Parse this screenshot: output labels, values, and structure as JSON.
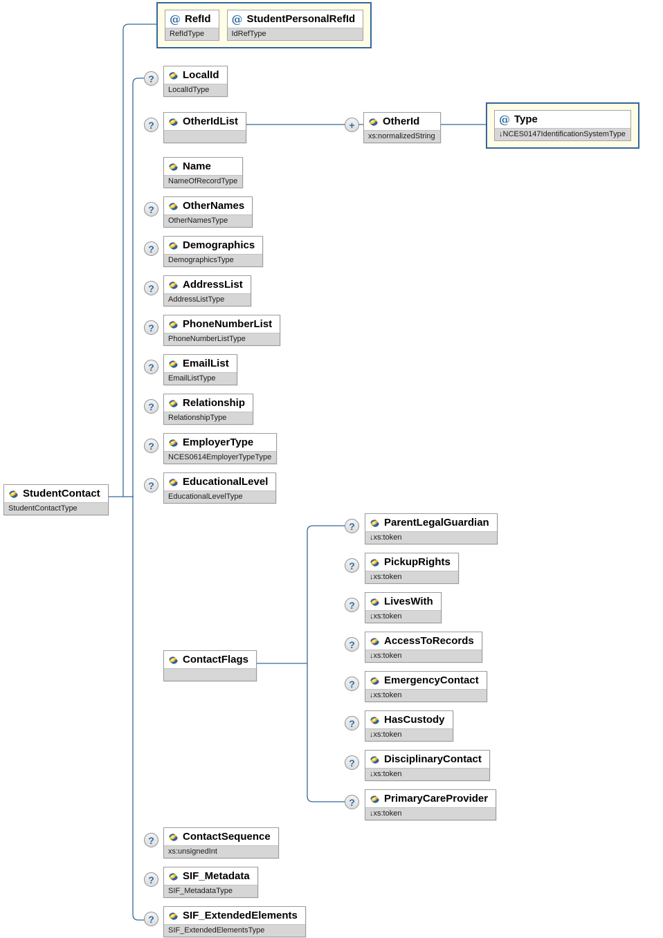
{
  "root": {
    "name": "StudentContact",
    "type": "StudentContactType"
  },
  "attribute_group": {
    "attributes": [
      {
        "name": "RefId",
        "type": "RefIdType"
      },
      {
        "name": "StudentPersonalRefId",
        "type": "IdRefType"
      }
    ]
  },
  "children": [
    {
      "name": "LocalId",
      "type": "LocalIdType",
      "occurrence": "optional"
    },
    {
      "name": "OtherIdList",
      "type": "",
      "occurrence": "optional"
    },
    {
      "name": "Name",
      "type": "NameOfRecordType",
      "occurrence": "required"
    },
    {
      "name": "OtherNames",
      "type": "OtherNamesType",
      "occurrence": "optional"
    },
    {
      "name": "Demographics",
      "type": "DemographicsType",
      "occurrence": "optional"
    },
    {
      "name": "AddressList",
      "type": "AddressListType",
      "occurrence": "optional"
    },
    {
      "name": "PhoneNumberList",
      "type": "PhoneNumberListType",
      "occurrence": "optional"
    },
    {
      "name": "EmailList",
      "type": "EmailListType",
      "occurrence": "optional"
    },
    {
      "name": "Relationship",
      "type": "RelationshipType",
      "occurrence": "optional"
    },
    {
      "name": "EmployerType",
      "type": "NCES0614EmployerTypeType",
      "occurrence": "optional"
    },
    {
      "name": "EducationalLevel",
      "type": "EducationalLevelType",
      "occurrence": "optional"
    },
    {
      "name": "ContactFlags",
      "type": "",
      "occurrence": "required"
    },
    {
      "name": "ContactSequence",
      "type": "xs:unsignedInt",
      "occurrence": "optional"
    },
    {
      "name": "SIF_Metadata",
      "type": "SIF_MetadataType",
      "occurrence": "optional"
    },
    {
      "name": "SIF_ExtendedElements",
      "type": "SIF_ExtendedElementsType",
      "occurrence": "optional"
    }
  ],
  "other_id": {
    "node": {
      "name": "OtherId",
      "type": "xs:normalizedString",
      "occurrence": "repeating"
    },
    "attribute": {
      "name": "Type",
      "type": "↓NCES0147IdentificationSystemType"
    }
  },
  "flags": [
    {
      "name": "ParentLegalGuardian",
      "type": "↓xs:token",
      "occurrence": "optional"
    },
    {
      "name": "PickupRights",
      "type": "↓xs:token",
      "occurrence": "optional"
    },
    {
      "name": "LivesWith",
      "type": "↓xs:token",
      "occurrence": "optional"
    },
    {
      "name": "AccessToRecords",
      "type": "↓xs:token",
      "occurrence": "optional"
    },
    {
      "name": "EmergencyContact",
      "type": "↓xs:token",
      "occurrence": "optional"
    },
    {
      "name": "HasCustody",
      "type": "↓xs:token",
      "occurrence": "optional"
    },
    {
      "name": "DisciplinaryContact",
      "type": "↓xs:token",
      "occurrence": "optional"
    },
    {
      "name": "PrimaryCareProvider",
      "type": "↓xs:token",
      "occurrence": "optional"
    }
  ],
  "glyphs": {
    "attribute": "@",
    "optional": "?",
    "repeat": "+"
  },
  "colors": {
    "line_blue": "#33679a",
    "container_border": "#336699",
    "container_fill": "#fffde6",
    "type_strip_gray": "#d6d6d6",
    "box_border": "#9b9b9b",
    "badge_fill": "#e7e7e7",
    "badge_border": "#8f8f8f",
    "glyph_blue": "#2e6da4",
    "icon_yellow": "#f4c430",
    "icon_blue": "#2b5fa0"
  }
}
